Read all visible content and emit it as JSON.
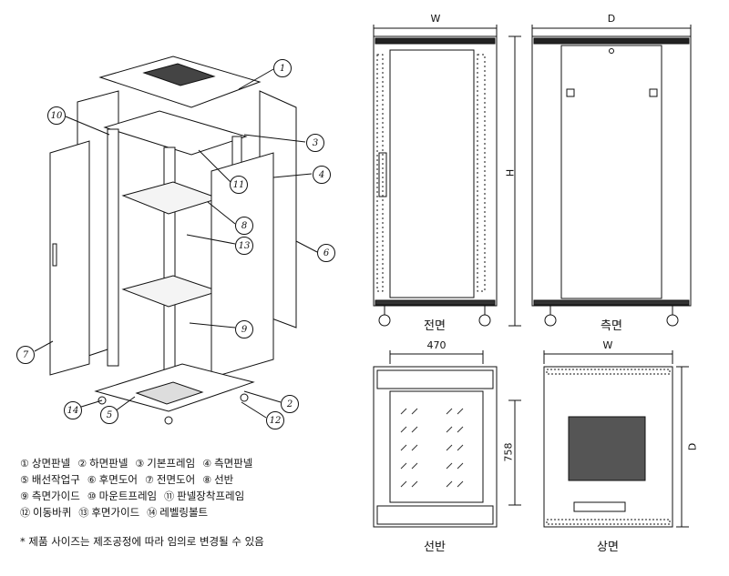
{
  "views": {
    "front_label": "전면",
    "side_label": "측면",
    "shelf_label": "선반",
    "top_label": "상면"
  },
  "dimensions": {
    "front_width": "W",
    "front_height": "H",
    "side_depth": "D",
    "shelf_width": "470",
    "shelf_depth": "758",
    "top_width": "W",
    "top_depth": "D"
  },
  "callouts": [
    "1",
    "2",
    "3",
    "4",
    "5",
    "6",
    "7",
    "8",
    "9",
    "10",
    "11",
    "12",
    "13",
    "14"
  ],
  "legend": {
    "rows": [
      [
        {
          "num": "①",
          "text": "상면판넬"
        },
        {
          "num": "②",
          "text": "하면판넬"
        },
        {
          "num": "③",
          "text": "기본프레임"
        },
        {
          "num": "④",
          "text": "측면판넬"
        }
      ],
      [
        {
          "num": "⑤",
          "text": "배선작업구"
        },
        {
          "num": "⑥",
          "text": "후면도어"
        },
        {
          "num": "⑦",
          "text": "전면도어"
        },
        {
          "num": "⑧",
          "text": "선반"
        }
      ],
      [
        {
          "num": "⑨",
          "text": "측면가이드"
        },
        {
          "num": "⑩",
          "text": "마운트프레임"
        },
        {
          "num": "⑪",
          "text": "판넬장착프레임"
        }
      ],
      [
        {
          "num": "⑫",
          "text": "이동바퀴"
        },
        {
          "num": "⑬",
          "text": "후면가이드"
        },
        {
          "num": "⑭",
          "text": "레벨링볼트"
        }
      ]
    ]
  },
  "note": "* 제품 사이즈는 제조공정에 따라 임의로 변경될 수 있음"
}
